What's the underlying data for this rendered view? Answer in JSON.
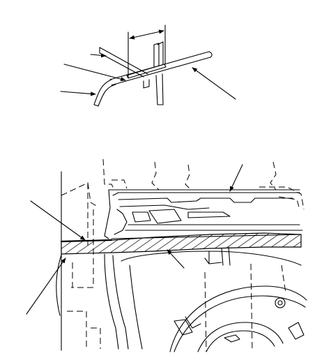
{
  "figure": {
    "background": "#ffffff",
    "line_color": "#000000",
    "top_view": {
      "callouts": [
        "leader-upper-left",
        "leader-lower-left",
        "leader-right"
      ],
      "dimension_arrow": "span-between-verticals"
    },
    "bottom_view": {
      "callouts": [
        "leader-upper-right",
        "leader-left",
        "leader-center",
        "leader-lower-left"
      ],
      "hatched_region": "seam-section"
    }
  }
}
